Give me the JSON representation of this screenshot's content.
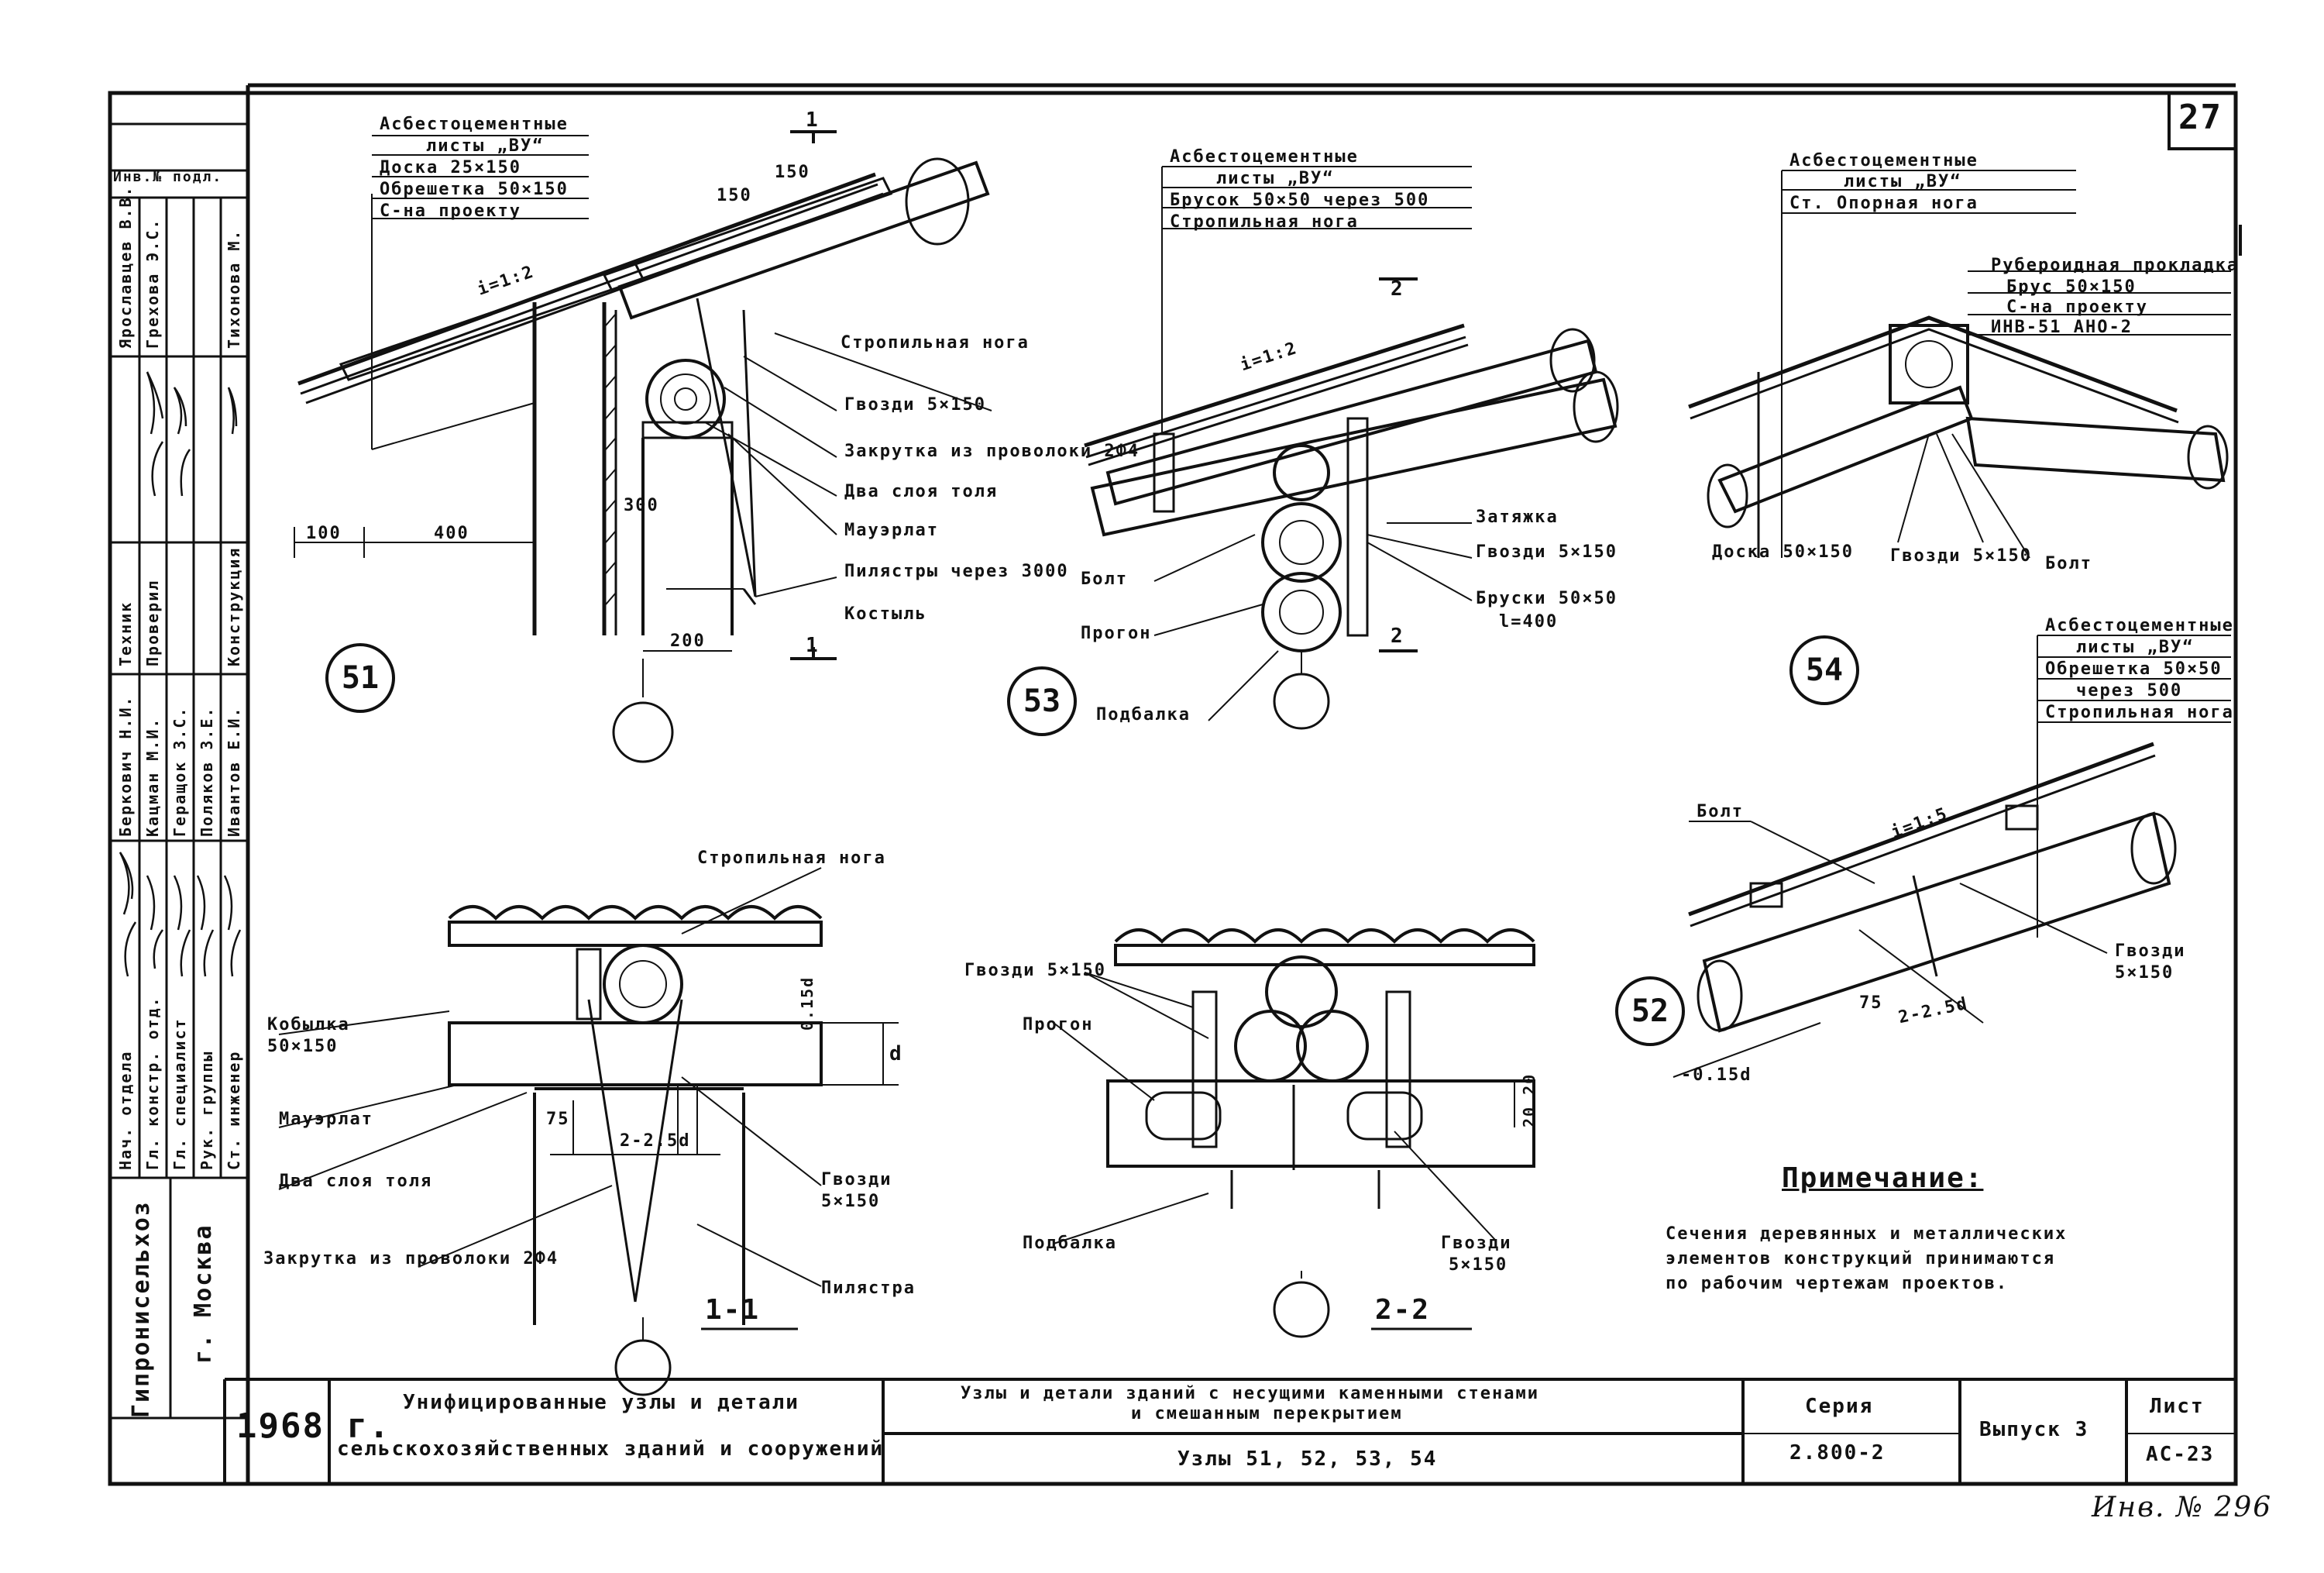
{
  "sheet": {
    "sheet_number": "27",
    "inventory": "Инв. № 296"
  },
  "node51": {
    "number": "51",
    "callouts": [
      "Асбестоцементные",
      "листы „ВУ“",
      "Доска 25×150",
      "Обрешетка 50×150",
      "С-на проекту",
      "Стропильная нога",
      "Гвозди 5×150",
      "Закрутка из проволоки 2Ф4",
      "Два слоя толя",
      "Мауэрлат",
      "Пилястры через 3000",
      "Костыль"
    ],
    "slope": "i=1:2",
    "dims": [
      "100",
      "400",
      "200",
      "300",
      "150",
      "150"
    ],
    "section_mark": "1"
  },
  "node53": {
    "number": "53",
    "callouts": [
      "Асбестоцементные",
      "листы „ВУ“",
      "Брусок 50×50 через 500",
      "Стропильная нога",
      "Затяжка",
      "Гвозди 5×150",
      "Бруски 50×50",
      "l=400",
      "Болт",
      "Прогон",
      "Подбалка"
    ],
    "slope": "i=1:2",
    "section_mark": "2"
  },
  "node54": {
    "number": "54",
    "callouts": [
      "Асбестоцементные",
      "листы „ВУ“",
      "Ст. Опорная нога",
      "Рубероидная прокладка",
      "Брус 50×150",
      "С-на проекту",
      "ИНВ-51 АНО-2",
      "Доска 50×150",
      "Гвозди 5×150",
      "Болт"
    ]
  },
  "node52": {
    "number": "52",
    "callouts": [
      "Асбестоцементные",
      "листы „ВУ“",
      "Обрешетка 50×50",
      "через 500",
      "Стропильная нога",
      "Болт",
      "Гвозди",
      "5×150"
    ],
    "slope": "i=1:5",
    "dims": [
      "75",
      "2-2.5d",
      "-0.15d"
    ]
  },
  "section11": {
    "title": "1-1",
    "callouts": [
      "Стропильная нога",
      "Кобылка",
      "50×150",
      "Мауэрлат",
      "Два слоя толя",
      "Закрутка из проволоки 2Ф4",
      "Гвозди",
      "5×150",
      "Пилястра"
    ],
    "dims": [
      "0.15d",
      "d",
      "75",
      "2-2.5d"
    ]
  },
  "section22": {
    "title": "2-2",
    "callouts": [
      "Гвозди 5×150",
      "Прогон",
      "Подбалка",
      "Гвозди",
      "5×150"
    ],
    "dims": [
      "20 20"
    ]
  },
  "note": {
    "heading": "Примечание:",
    "lines": [
      "Сечения деревянных и металлических",
      "элементов конструкций принимаются",
      "по рабочим чертежам проектов."
    ]
  },
  "left_strip": {
    "inventory": "Инв.№ подл.",
    "roles": [
      "Нач. отдела",
      "Гл. констр. отд.",
      "Гл. специалист",
      "Рук. группы",
      "Ст. инженер"
    ],
    "names": [
      "Беркович Н.И.",
      "Кацман М.И.",
      "Геращок З.С.",
      "Поляков З.Е.",
      "Ивантов Е.И."
    ],
    "org": "Гипронисельхоз",
    "city": "г. Москва",
    "role_col2": [
      "Техник",
      "Проверил",
      "Конструкция"
    ],
    "names2": [
      "Ярославцев В.В.",
      "Грехова Э.С.",
      "Тихонова М."
    ]
  },
  "title_block": {
    "year": "1968 г.",
    "org_title": "Унифицированные узлы и детали",
    "org_title2": "сельскохозяйственных зданий и сооружений",
    "doc_title": "Узлы и детали зданий с несущими каменными стенами",
    "doc_title2": "и смешанным перекрытием",
    "doc_subtitle": "Узлы 51, 52, 53, 54",
    "series_label": "Серия",
    "series_value": "2.800-2",
    "issue": "Выпуск 3",
    "sheet_label": "Лист",
    "sheet_value": "АС-23"
  }
}
